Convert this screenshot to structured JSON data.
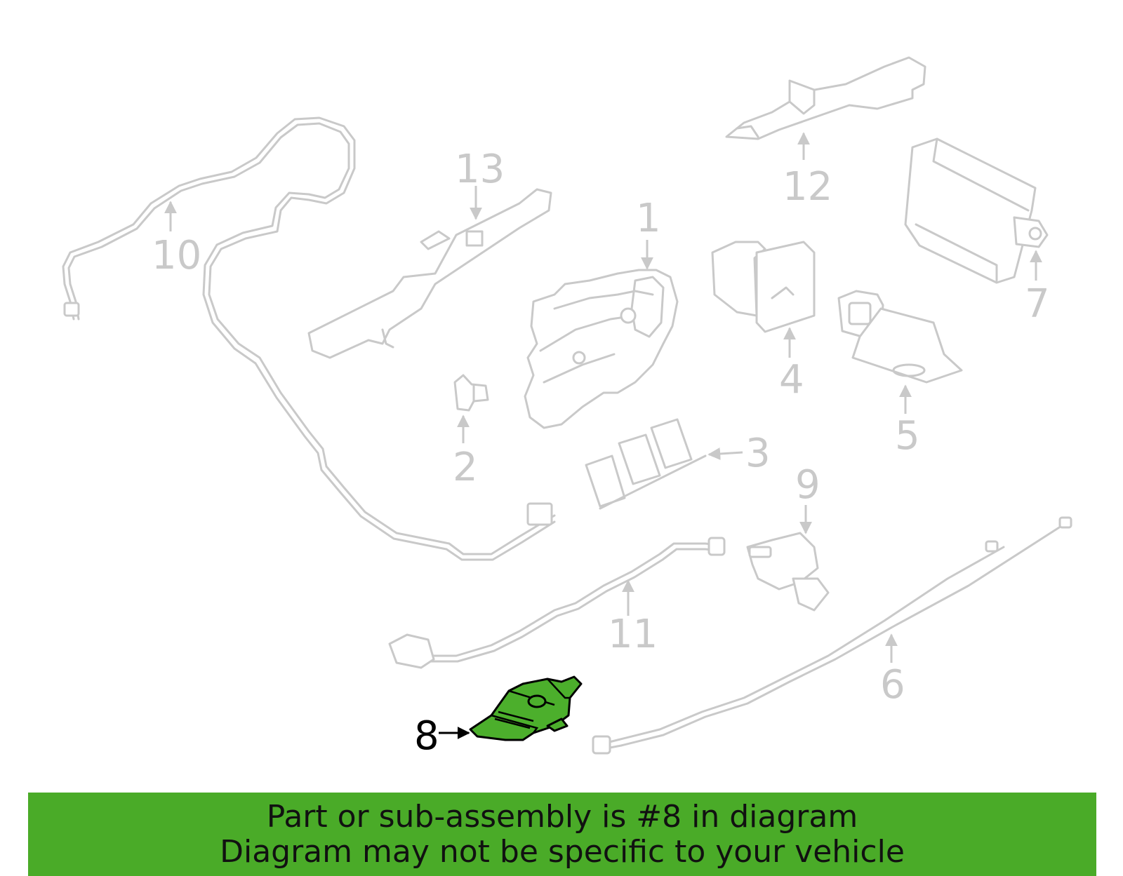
{
  "callouts": {
    "c1": "1",
    "c2": "2",
    "c3": "3",
    "c4": "4",
    "c5": "5",
    "c6": "6",
    "c7": "7",
    "c8": "8",
    "c9": "9",
    "c10": "10",
    "c11": "11",
    "c12": "12",
    "c13": "13"
  },
  "highlighted_part": "8",
  "colors": {
    "highlight": "#4caf2c",
    "banner": "#4aab28",
    "part_line": "#c9c9c9"
  },
  "banner": {
    "line1": "Part or sub-assembly is #8 in diagram",
    "line2": "Diagram may not be specific to your vehicle"
  }
}
